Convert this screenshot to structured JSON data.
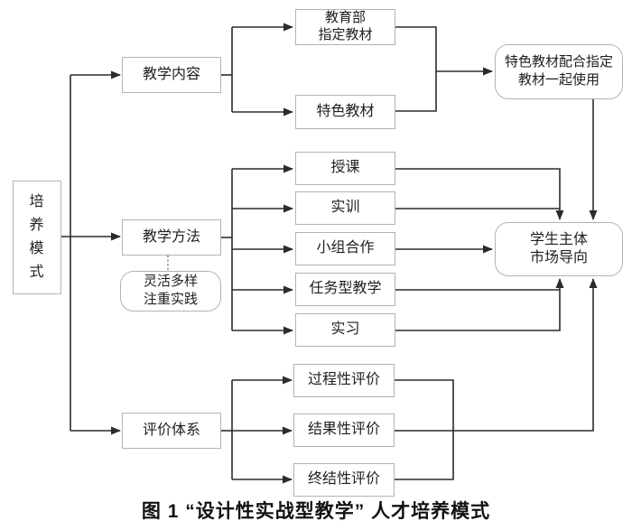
{
  "caption": "图 1 “设计性实战型教学” 人才培养模式",
  "nodes": {
    "root": {
      "label": "培\n养\n模\n式"
    },
    "teaching_content": {
      "label": "教学内容"
    },
    "teaching_method": {
      "label": "教学方法"
    },
    "evaluation_system": {
      "label": "评价体系"
    },
    "moe_textbook": {
      "label": "教育部\n指定教材"
    },
    "special_textbook": {
      "label": "特色教材"
    },
    "textbook_combo": {
      "label": "特色教材配合指定\n教材一起使用"
    },
    "lecture": {
      "label": "授课"
    },
    "practical_training": {
      "label": "实训"
    },
    "group_work": {
      "label": "小组合作"
    },
    "task_teaching": {
      "label": "任务型教学"
    },
    "internship": {
      "label": "实习"
    },
    "flexible_note": {
      "label": "灵活多样\n注重实践"
    },
    "student_market": {
      "label": "学生主体\n市场导向"
    },
    "process_eval": {
      "label": "过程性评价"
    },
    "result_eval": {
      "label": "结果性评价"
    },
    "final_eval": {
      "label": "终结性评价"
    }
  },
  "colors": {
    "line": "#2b2b2b",
    "box_border": "#b3b3b3",
    "text": "#1f1f1f",
    "background": "#ffffff"
  }
}
